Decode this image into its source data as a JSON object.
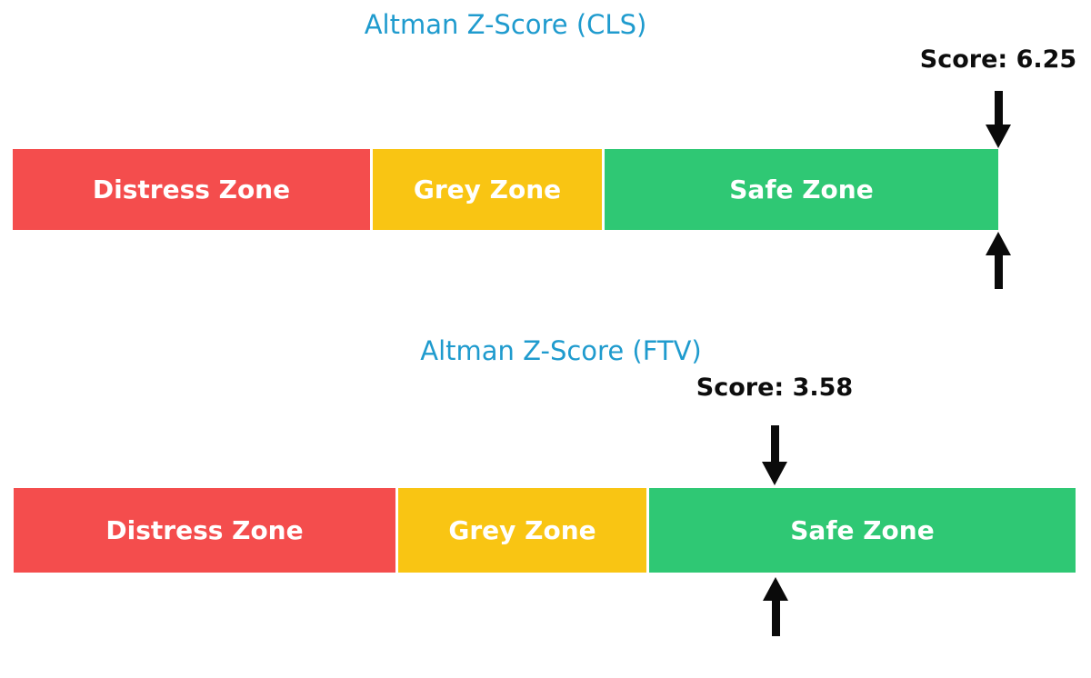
{
  "figure": {
    "background": "#ffffff",
    "title_color": "#1f9bce",
    "annotation_color": "#0d0d0d",
    "arrow_color": "#0a0a0a"
  },
  "chart_data": [
    {
      "type": "bar",
      "title": "Altman Z-Score (CLS)",
      "score": 6.25,
      "score_label": "Score: 6.25",
      "axis_range": [
        0,
        5
      ],
      "score_position_fraction": 1.0,
      "marker": "down and up arrows at right edge of bar (score exceeds scale)",
      "zones": [
        {
          "label": "Distress Zone",
          "range": [
            0,
            1.81
          ],
          "color": "#f44d4d"
        },
        {
          "label": "Grey Zone",
          "range": [
            1.81,
            2.99
          ],
          "color": "#f9c513"
        },
        {
          "label": "Safe Zone",
          "range": [
            2.99,
            5
          ],
          "color": "#2fc874"
        }
      ]
    },
    {
      "type": "bar",
      "title": "Altman Z-Score (FTV)",
      "score": 3.58,
      "score_label": "Score: 3.58",
      "axis_range": [
        0,
        5
      ],
      "score_position_fraction": 0.716,
      "marker": "down and up arrows at score position inside Safe Zone",
      "zones": [
        {
          "label": "Distress Zone",
          "range": [
            0,
            1.81
          ],
          "color": "#f44d4d"
        },
        {
          "label": "Grey Zone",
          "range": [
            1.81,
            2.99
          ],
          "color": "#f9c513"
        },
        {
          "label": "Safe Zone",
          "range": [
            2.99,
            5
          ],
          "color": "#2fc874"
        }
      ]
    }
  ]
}
